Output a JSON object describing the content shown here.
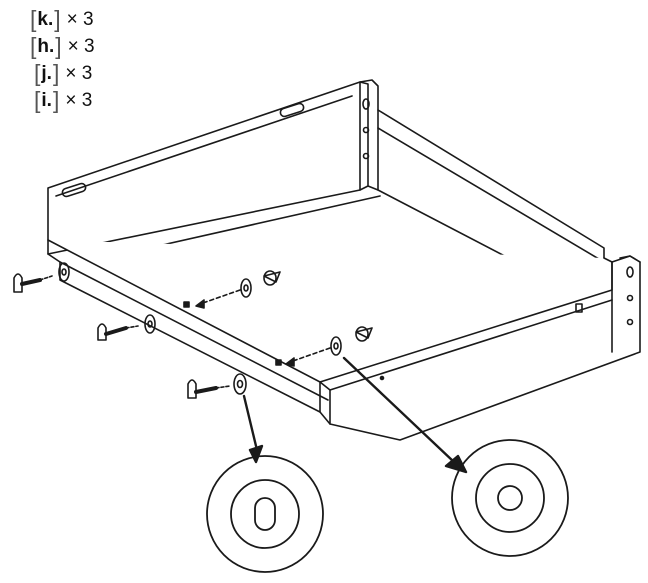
{
  "parts": [
    {
      "letter": "k.",
      "quantity": "× 3"
    },
    {
      "letter": "h.",
      "quantity": "× 3"
    },
    {
      "letter": "j.",
      "quantity": "× 3"
    },
    {
      "letter": "i.",
      "quantity": "× 3"
    }
  ],
  "colors": {
    "line": "#1a1a1a",
    "background": "#ffffff"
  },
  "icons": [
    "thumb-screw-icon",
    "washer-icon",
    "wing-nut-icon",
    "arrow-icon",
    "magnified-washer-icon"
  ]
}
